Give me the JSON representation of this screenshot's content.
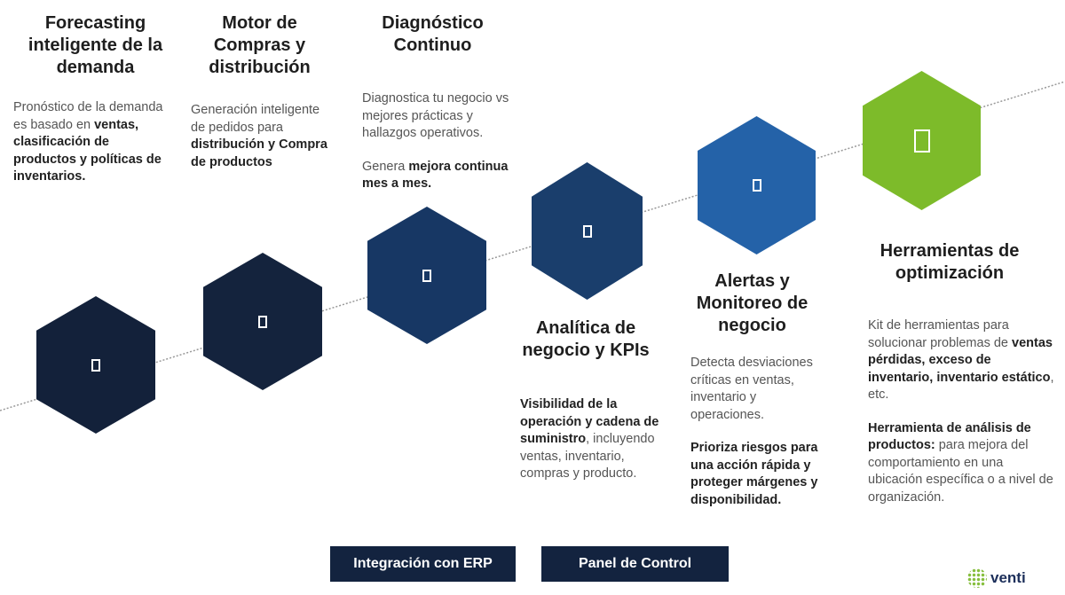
{
  "steps": [
    {
      "title": "Forecasting inteligente de la demanda",
      "icon": "forecast-icon",
      "color": "#13213a",
      "paragraphs": [
        [
          {
            "t": "Pronóstico de la demanda es basado en "
          },
          {
            "t": "ventas, clasificación de productos y políticas de inventarios.",
            "b": true
          }
        ]
      ]
    },
    {
      "title": "Motor de Compras y distribución",
      "icon": "purchase-icon",
      "color": "#14233d",
      "paragraphs": [
        [
          {
            "t": "Generación inteligente de pedidos para "
          },
          {
            "t": "distribución y Compra de productos",
            "b": true
          }
        ]
      ]
    },
    {
      "title": "Diagnóstico Continuo",
      "icon": "diagnostic-icon",
      "color": "#173764",
      "paragraphs": [
        [
          {
            "t": "Diagnostica tu negocio vs mejores prácticas y hallazgos operativos."
          }
        ],
        [
          {
            "t": "Genera "
          },
          {
            "t": "mejora continua mes a mes.",
            "b": true
          }
        ]
      ]
    },
    {
      "title": "Analítica de negocio y KPIs",
      "icon": "analytics-icon",
      "color": "#1a3e6c",
      "paragraphs": [
        [
          {
            "t": "Visibilidad de la operación y cadena de suministro",
            "b": true
          },
          {
            "t": ", incluyendo ventas, inventario, compras y producto."
          }
        ]
      ]
    },
    {
      "title": "Alertas y Monitoreo de negocio",
      "icon": "alert-icon",
      "color": "#2462a8",
      "paragraphs": [
        [
          {
            "t": "Detecta desviaciones críticas en ventas, inventario y operaciones."
          }
        ],
        [
          {
            "t": "Prioriza riesgos para una acción rápida y proteger márgenes y disponibilidad.",
            "b": true
          }
        ]
      ]
    },
    {
      "title": "Herramientas de optimización",
      "icon": "tools-icon",
      "color": "#7dbb2a",
      "paragraphs": [
        [
          {
            "t": "Kit de herramientas para solucionar problemas de "
          },
          {
            "t": "ventas pérdidas, exceso de inventario, inventario estático",
            "b": true
          },
          {
            "t": ", etc."
          }
        ],
        [
          {
            "t": "Herramienta de análisis de productos:",
            "b": true
          },
          {
            "t": " para mejora del comportamiento en una ubicación específica o a nivel de organización."
          }
        ]
      ]
    }
  ],
  "buttons": {
    "erp": "Integración con ERP",
    "panel": "Panel de Control"
  },
  "logo": "venti"
}
